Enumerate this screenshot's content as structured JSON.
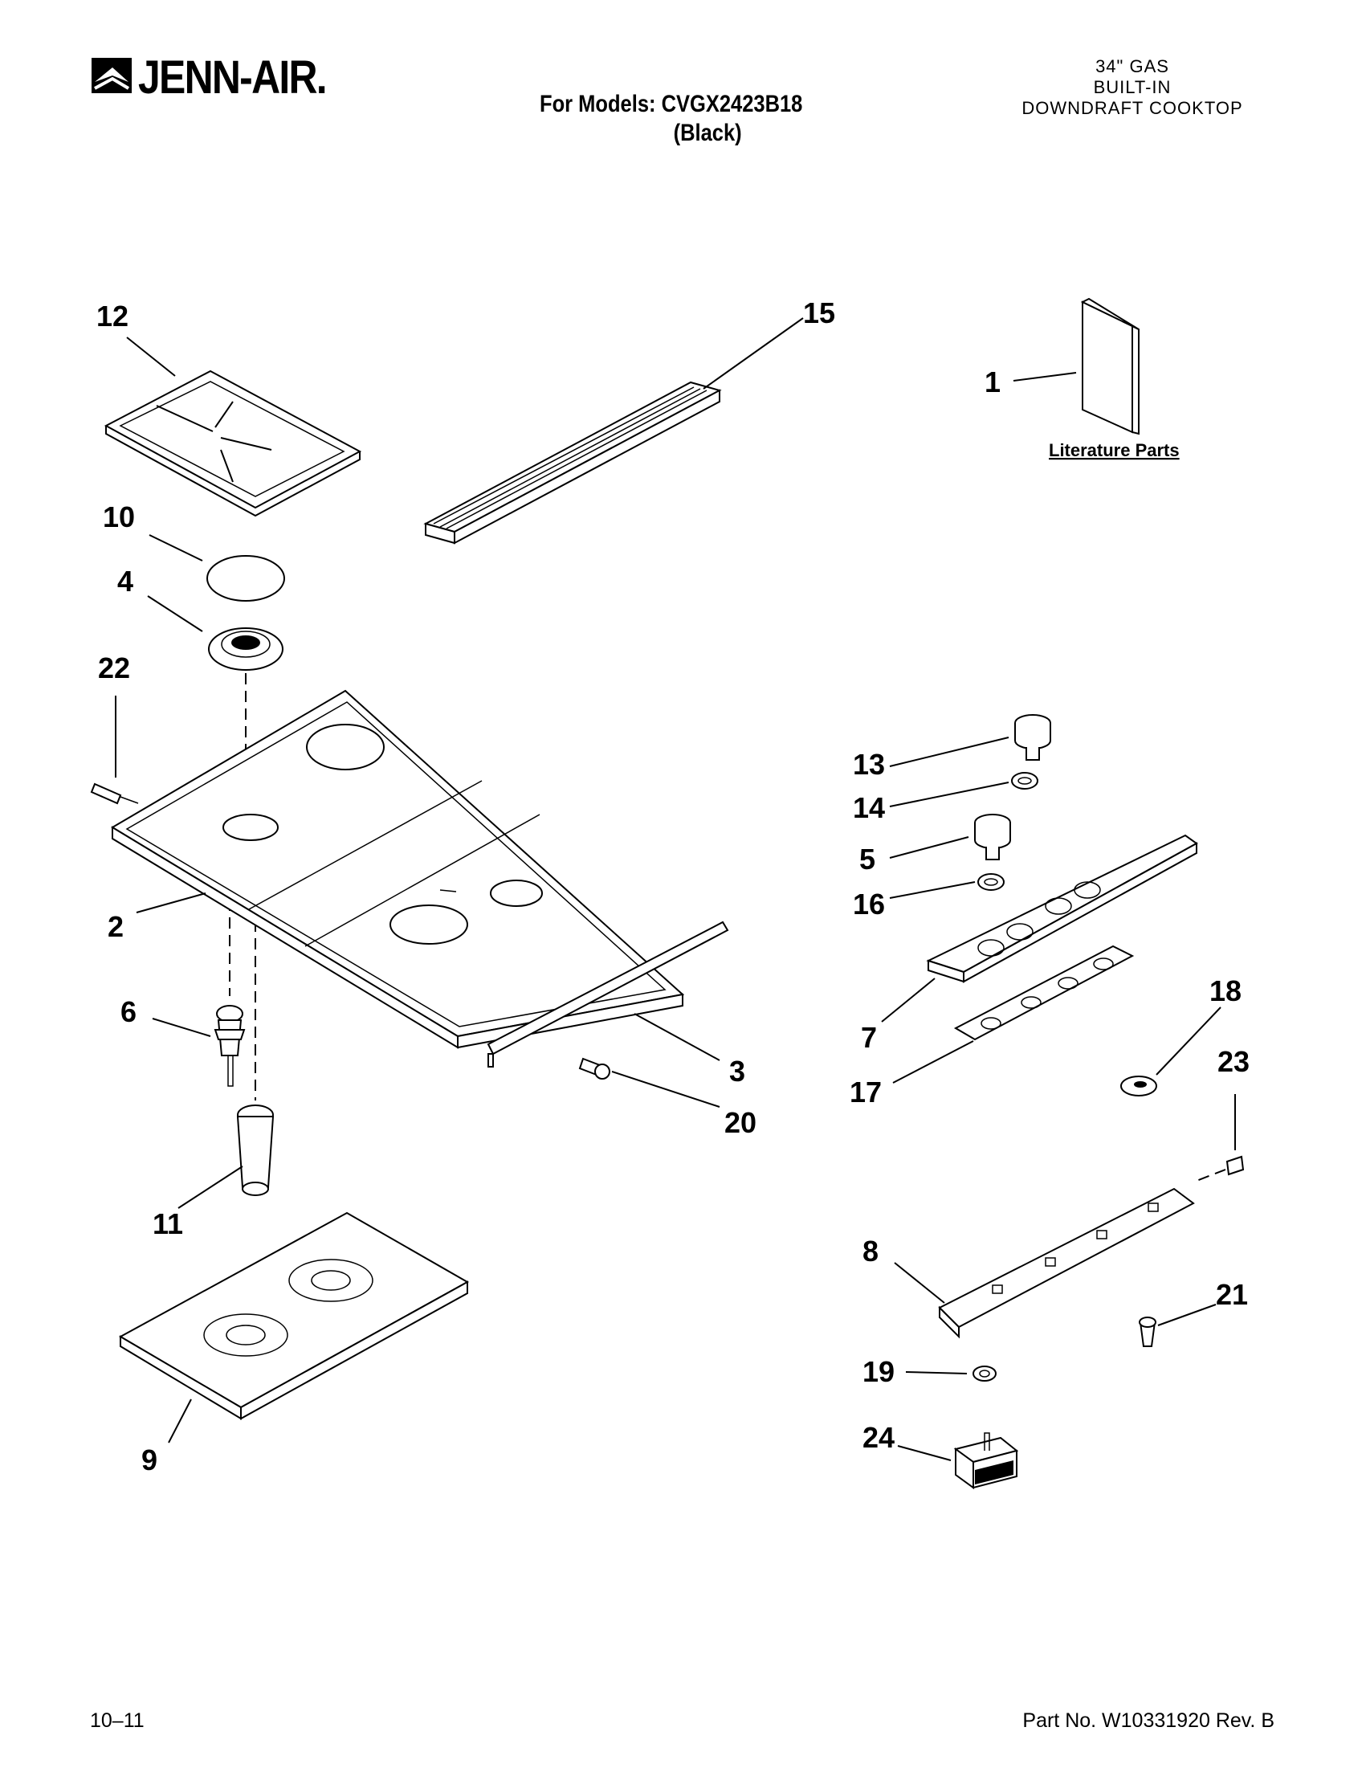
{
  "header": {
    "brand": "JENN-AIR.",
    "models_line1": "For Models: CVGX2423B18",
    "models_line2": "(Black)",
    "product_line1": "34\" GAS",
    "product_line2": "BUILT-IN",
    "product_line3": "DOWNDRAFT COOKTOP"
  },
  "literature_label": "Literature Parts",
  "callouts": {
    "c1": "1",
    "c2": "2",
    "c3": "3",
    "c4": "4",
    "c5": "5",
    "c6": "6",
    "c7": "7",
    "c8": "8",
    "c9": "9",
    "c10": "10",
    "c11": "11",
    "c12": "12",
    "c13": "13",
    "c14": "14",
    "c15": "15",
    "c16": "16",
    "c17": "17",
    "c18": "18",
    "c19": "19",
    "c20": "20",
    "c21": "21",
    "c22": "22",
    "c23": "23",
    "c24": "24"
  },
  "footer": {
    "date": "10–11",
    "part_no": "Part No. W10331920 Rev. B"
  }
}
